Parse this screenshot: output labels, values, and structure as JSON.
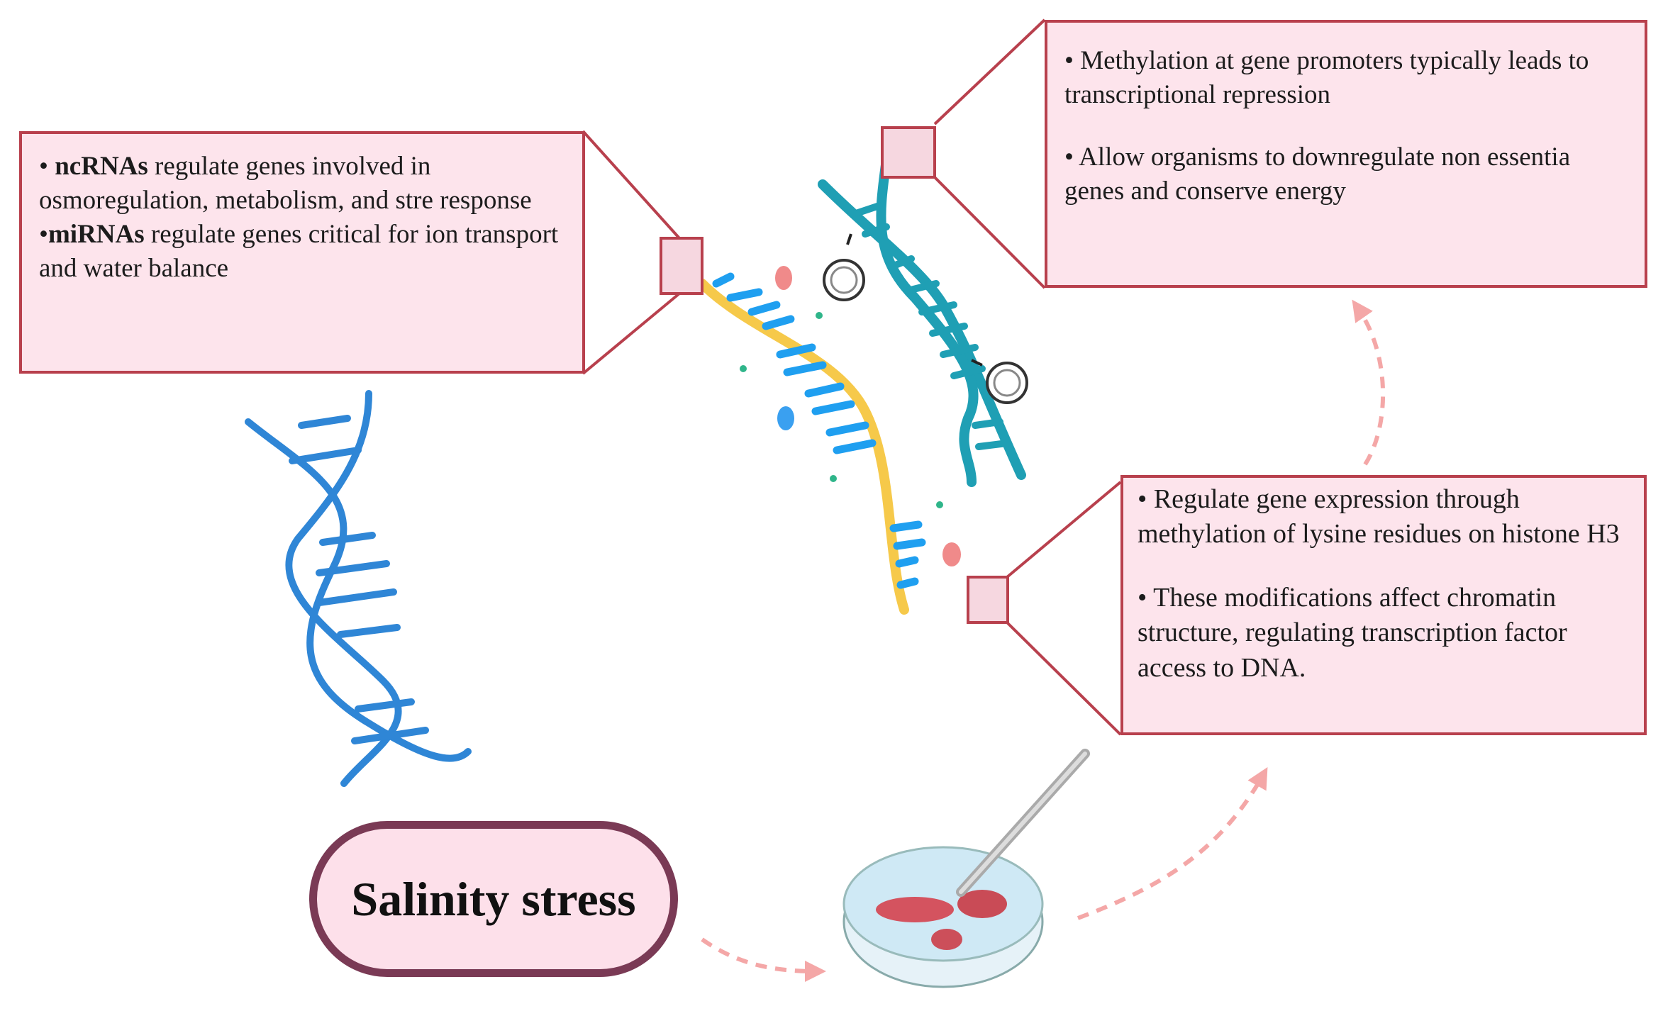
{
  "box_ncrna": {
    "line1_bold": "ncRNAs",
    "line1_rest": " regulate genes involved in osmoregulation, metabolism, and stre response",
    "line2_bold": "miRNAs",
    "line2_rest": " regulate genes critical for ion transport and water balance"
  },
  "box_methylation": {
    "bullet1": "Methylation at gene promoters typically leads to transcriptional repression",
    "bullet2": "Allow organisms to downregulate non essentia genes and conserve energy"
  },
  "box_histone": {
    "bullet1": "Regulate gene expression  through methylation of lysine residues on histone H3",
    "bullet2": "These modifications affect chromatin structure, regulating transcription factor access to DNA."
  },
  "salinity_label": "Salinity stress",
  "colors": {
    "box_fill": "#fde4ec",
    "box_border": "#b8404d",
    "dna_blue": "#2f86d6",
    "dna_teal": "#1f9fb4",
    "rna_yellow": "#f6c94a",
    "arrow_pink": "#f4a7a7",
    "label_border": "#7a3a55"
  },
  "icons": [
    "dna-helix-icon",
    "rna-strand-icon",
    "histone-icon",
    "petri-dish-icon",
    "molecule-icon"
  ]
}
